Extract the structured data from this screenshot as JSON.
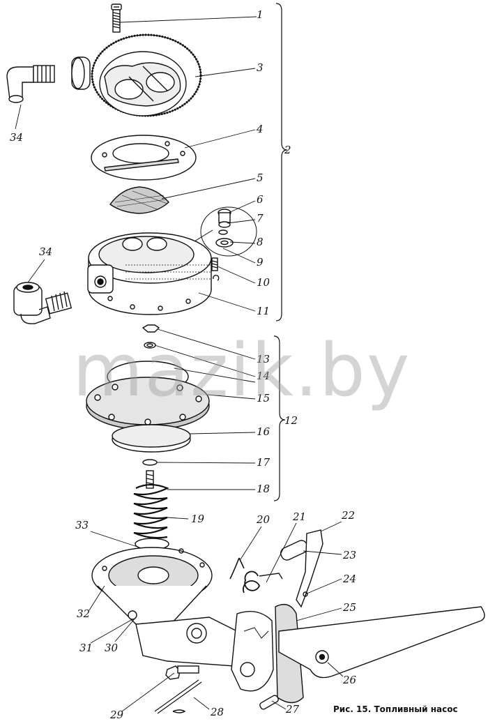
{
  "caption": "Рис. 15. Топливный насос",
  "watermark": "mazik.by",
  "labels": {
    "l1": "1",
    "l2": "2",
    "l3": "3",
    "l4": "4",
    "l5": "5",
    "l6": "6",
    "l7": "7",
    "l8": "8",
    "l9": "9",
    "l10": "10",
    "l11": "11",
    "l12": "12",
    "l13": "13",
    "l14": "14",
    "l15": "15",
    "l16": "16",
    "l17": "17",
    "l18": "18",
    "l19": "19",
    "l20": "20",
    "l21": "21",
    "l22": "22",
    "l23": "23",
    "l24": "24",
    "l25": "25",
    "l26": "26",
    "l27": "27",
    "l28": "28",
    "l29": "29",
    "l30": "30",
    "l31": "31",
    "l32": "32",
    "l33": "33",
    "l34a": "34",
    "l34b": "34"
  }
}
